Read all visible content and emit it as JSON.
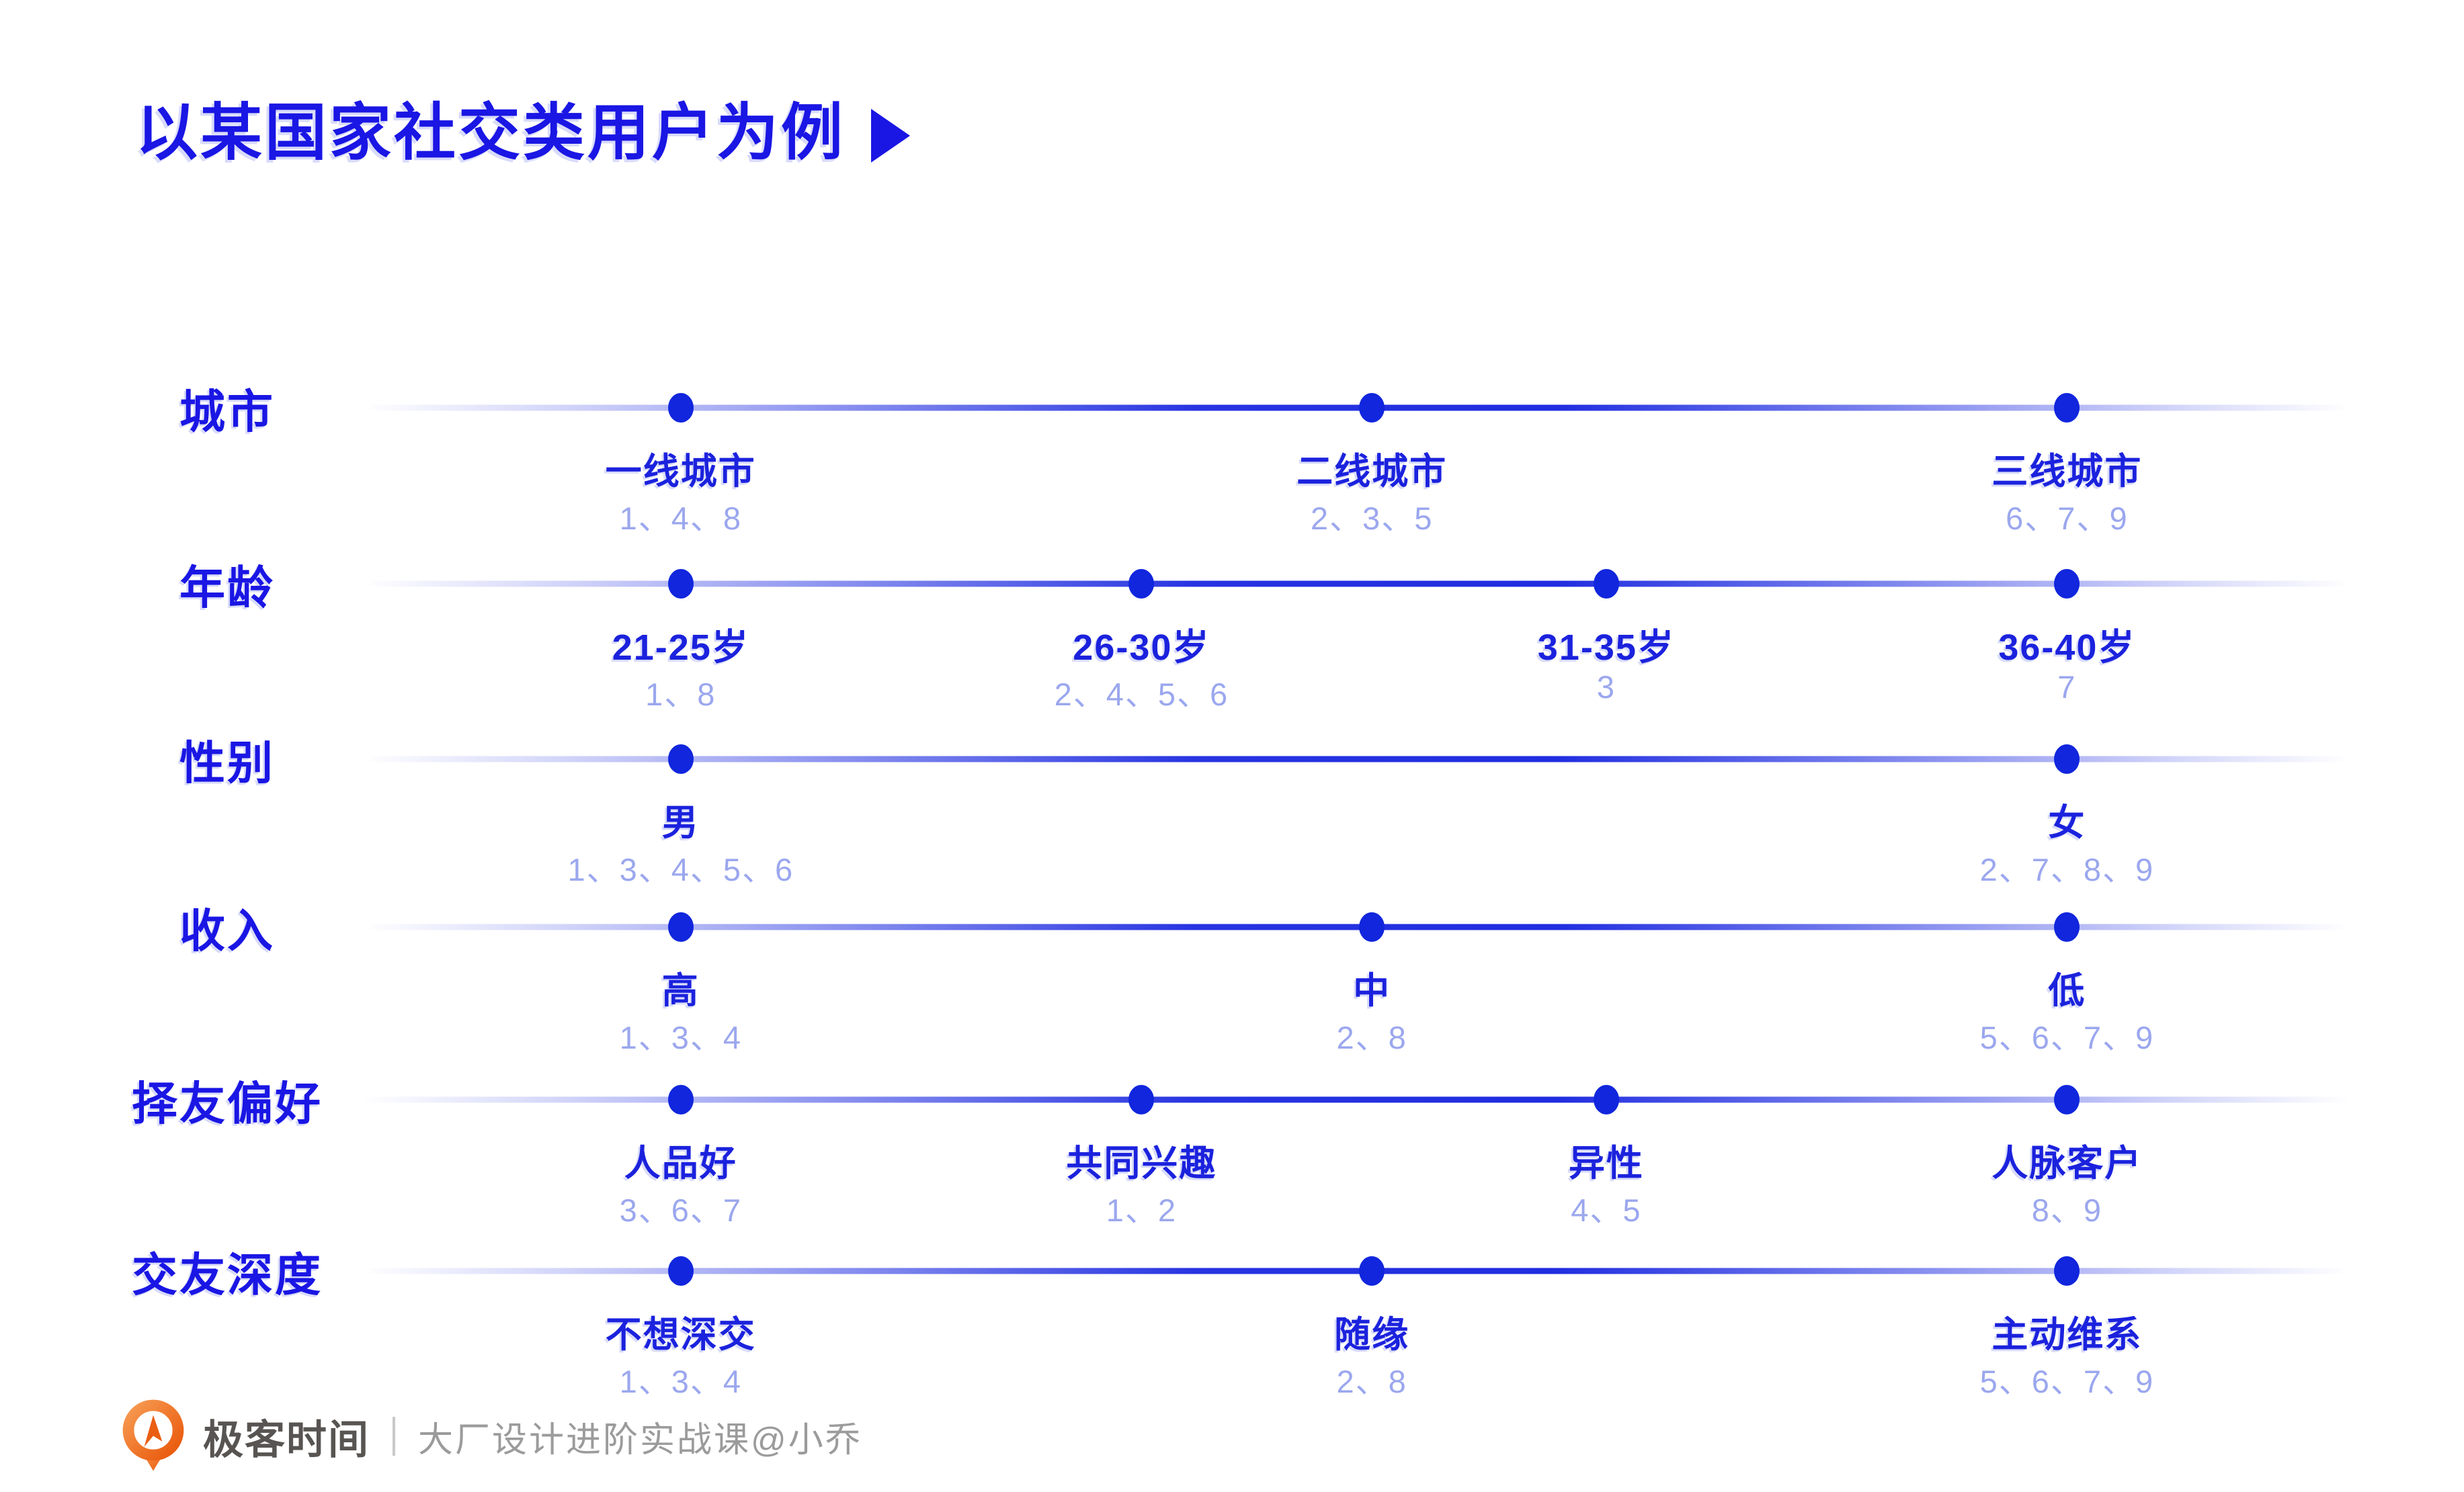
{
  "title": {
    "text": "以某国家社交类用户为例",
    "arrow_icon": "play-triangle"
  },
  "colors": {
    "accent_blue": "#1a16e4",
    "dot_blue": "#1126dd",
    "line_blue": "#202de0",
    "light_number_blue": "#9ba7ee",
    "footer_dark_gray": "#575451",
    "footer_gray": "#9b9b9b",
    "logo_orange": "#ec6519"
  },
  "rows": [
    {
      "label": "城市",
      "points": [
        {
          "label": "一线城市",
          "users": "1、4、8",
          "x_pct": 16.0
        },
        {
          "label": "二线城市",
          "users": "2、3、5",
          "x_pct": 50.8
        },
        {
          "label": "三线城市",
          "users": "6、7、9",
          "x_pct": 85.8
        }
      ]
    },
    {
      "label": "年龄",
      "points": [
        {
          "label": "21-25岁",
          "users": "1、8",
          "x_pct": 16.0
        },
        {
          "label": "26-30岁",
          "users": "2、4、5、6",
          "x_pct": 39.2
        },
        {
          "label": "31-35岁",
          "users": "3",
          "x_pct": 62.6
        },
        {
          "label": "36-40岁",
          "users": "7",
          "x_pct": 85.8
        }
      ]
    },
    {
      "label": "性别",
      "points": [
        {
          "label": "男",
          "users": "1、3、4、5、6",
          "x_pct": 16.0
        },
        {
          "label": "女",
          "users": "2、7、8、9",
          "x_pct": 85.8
        }
      ]
    },
    {
      "label": "收入",
      "points": [
        {
          "label": "高",
          "users": "1、3、4",
          "x_pct": 16.0
        },
        {
          "label": "中",
          "users": "2、8",
          "x_pct": 50.8
        },
        {
          "label": "低",
          "users": "5、6、7、9",
          "x_pct": 85.8
        }
      ]
    },
    {
      "label": "择友偏好",
      "points": [
        {
          "label": "人品好",
          "users": "3、6、7",
          "x_pct": 16.0
        },
        {
          "label": "共同兴趣",
          "users": "1、2",
          "x_pct": 39.2
        },
        {
          "label": "异性",
          "users": "4、5",
          "x_pct": 62.6
        },
        {
          "label": "人脉客户",
          "users": "8、9",
          "x_pct": 85.8
        }
      ]
    },
    {
      "label": "交友深度",
      "points": [
        {
          "label": "不想深交",
          "users": "1、3、4",
          "x_pct": 16.0
        },
        {
          "label": "随缘",
          "users": "2、8",
          "x_pct": 50.8
        },
        {
          "label": "主动维系",
          "users": "5、6、7、9",
          "x_pct": 85.8
        }
      ]
    }
  ],
  "footer": {
    "brand": "极客时间",
    "divider": "|",
    "credit": "大厂设计进阶实战课@小乔",
    "logo_icon": "geektime-logo"
  }
}
